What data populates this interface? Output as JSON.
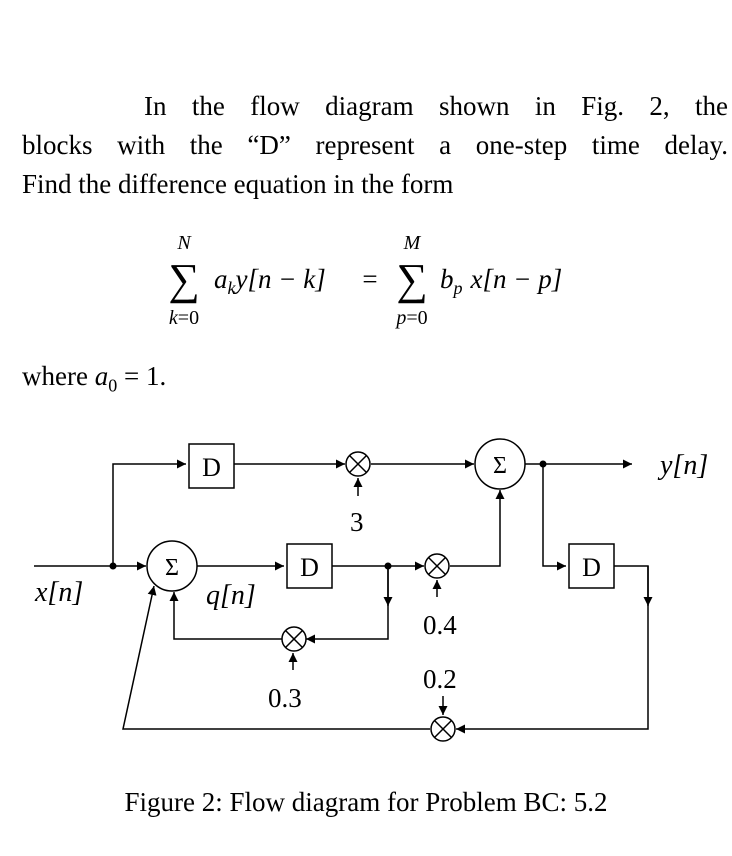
{
  "problem": {
    "line1": "In the flow diagram shown in Fig. 2, the",
    "line2": "blocks with the “D” represent a one-step time delay.",
    "line3": "Find the difference equation in the form"
  },
  "equation": {
    "lhs_upper": "N",
    "lhs_lower": "k=0",
    "lhs_term": "a",
    "lhs_sub": "k",
    "lhs_y": "y[n − k]",
    "equals": "=",
    "rhs_upper": "M",
    "rhs_lower": "p=0",
    "rhs_term": "b",
    "rhs_sub": "p",
    "rhs_x": "x[n − p]",
    "sum_symbol": "∑"
  },
  "where": {
    "prefix": "where",
    "var": "a",
    "sub": "0",
    "rest": "= 1."
  },
  "diagram": {
    "input_label": "x[n]",
    "output_label": "y[n]",
    "internal_label": "q[n]",
    "delay_label": "D",
    "sum_label": "Σ",
    "gain_3": "3",
    "gain_04": "0.4",
    "gain_03": "0.3",
    "gain_02": "0.2"
  },
  "caption": "Figure 2: Flow diagram for Problem BC: 5.2"
}
